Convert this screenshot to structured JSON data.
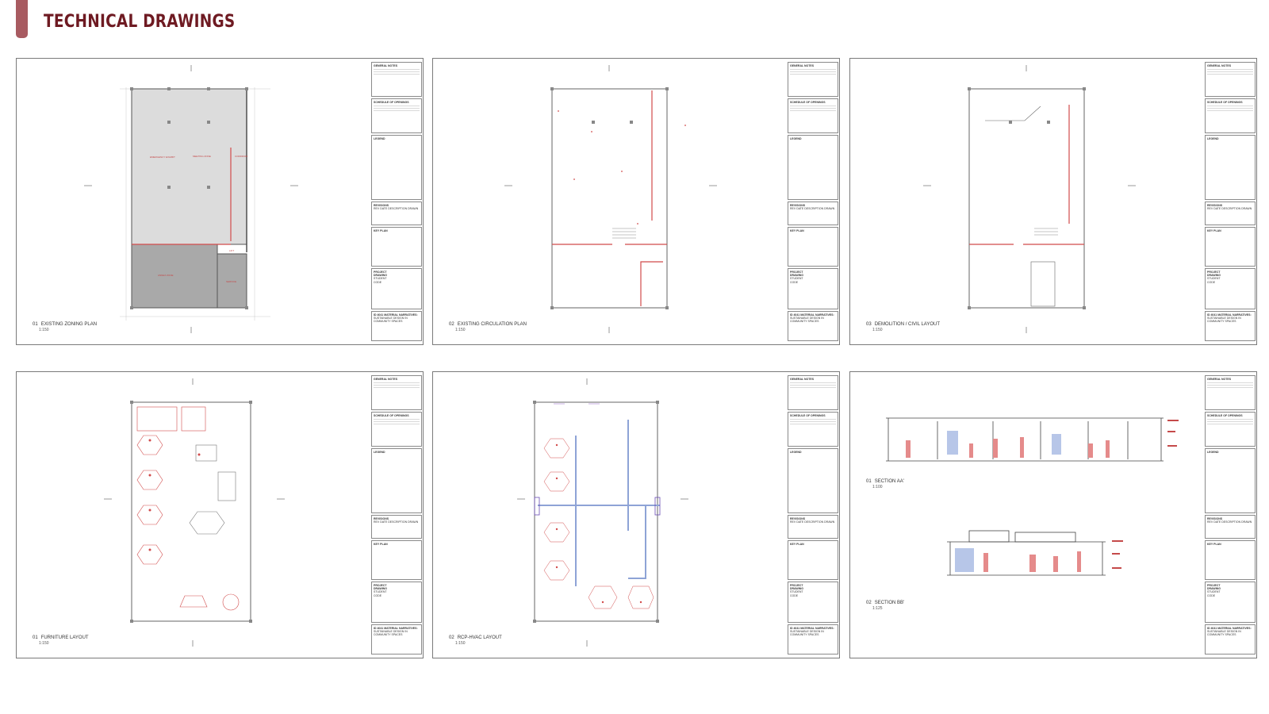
{
  "page": {
    "title": "TECHNICAL DRAWINGS"
  },
  "colors": {
    "accent": "#a85b61",
    "title": "#6e1a22",
    "highlight": "#d14b4b",
    "hvac": "#3f66b5",
    "fill_zone": "#dcdcdc"
  },
  "title_block": {
    "notes_heading": "GENERAL NOTES",
    "schedule_heading": "SCHEDULE OF OPENINGS",
    "legend_heading": "LEGEND",
    "revisions_heading": "REVISIONS",
    "revision_columns": [
      "REV",
      "DATE",
      "DESCRIPTION",
      "DRAWN"
    ],
    "keyplan_heading": "KEY PLAN",
    "project_heading": "PROJECT",
    "drawing_heading": "DRAWING",
    "student_label": "STUDENT",
    "code_label": "CODE",
    "course_line1": "ID 4041 MATERIAL NARRATIVES:",
    "course_line2": "SUSTAINABLE DESIGN IN COMMUNITY SPACES"
  },
  "sheets": [
    {
      "number": "01",
      "name": "EXISTING ZONING PLAN",
      "scale": "1:150",
      "title_color": "#111"
    },
    {
      "number": "02",
      "name": "EXISTING CIRCULATION PLAN",
      "scale": "1:150",
      "title_color": "#111"
    },
    {
      "number": "03",
      "name": "DEMOLITION / CIVIL LAYOUT",
      "scale": "1:150",
      "title_color": "#111"
    },
    {
      "number": "01",
      "name": "FURNITURE LAYOUT",
      "scale": "1:150",
      "title_color": "#111"
    },
    {
      "number": "02",
      "name": "RCP-HVAC LAYOUT",
      "scale": "1:150",
      "title_color": "#111"
    },
    {
      "number": "01",
      "name": "SECTION AA'",
      "scale": "1:100",
      "second_number": "02",
      "second_name": "SECTION BB'",
      "second_scale": "1:125"
    }
  ]
}
